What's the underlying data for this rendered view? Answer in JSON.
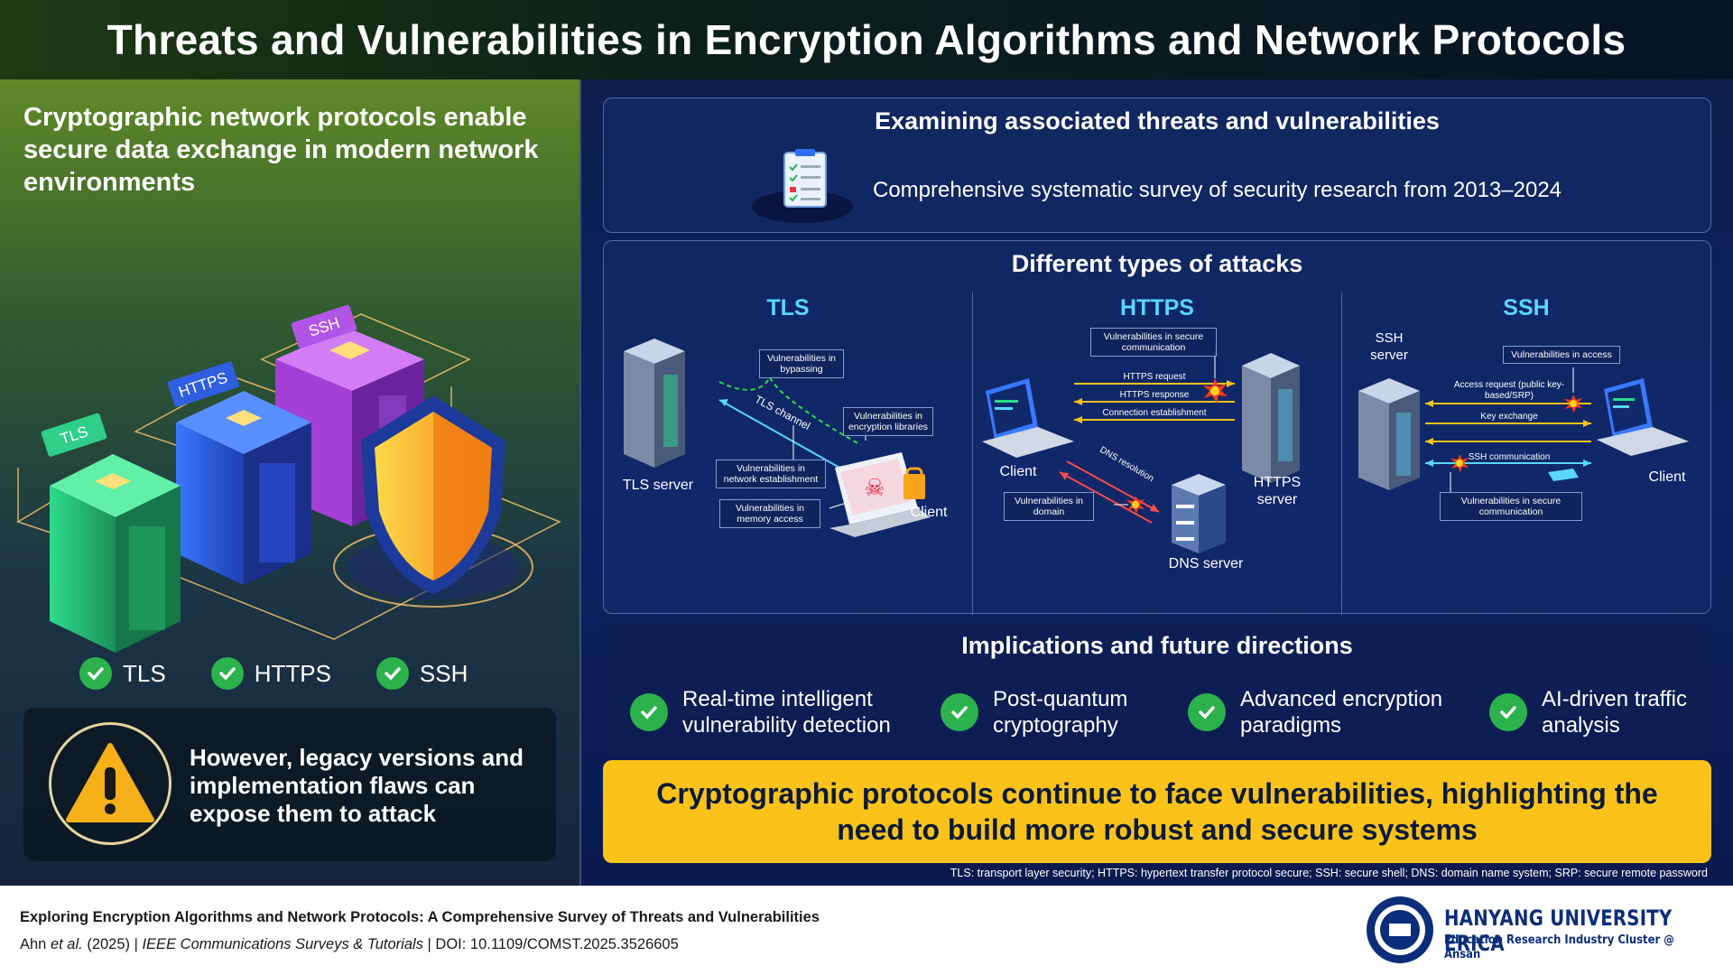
{
  "header": {
    "title": "Threats and Vulnerabilities in Encryption Algorithms and Network Protocols"
  },
  "left": {
    "title": "Cryptographic network protocols enable secure data exchange in modern network environments",
    "server_tags": [
      "TLS",
      "HTTPS",
      "SSH"
    ],
    "checks": [
      "TLS",
      "HTTPS",
      "SSH"
    ],
    "warning": "However, legacy versions and implementation flaws can expose them to attack"
  },
  "examining": {
    "title": "Examining associated threats and vulnerabilities",
    "text": "Comprehensive systematic survey of security research from 2013–2024"
  },
  "attacks": {
    "title": "Different types of attacks",
    "tls": {
      "title": "TLS",
      "server": "TLS server",
      "client": "Client",
      "channel": "TLS channel",
      "vuln_bypassing": "Vulnerabilities in bypassing",
      "vuln_libraries": "Vulnerabilities in encryption libraries",
      "vuln_network": "Vulnerabilities in network establishment",
      "vuln_memory": "Vulnerabilities in memory access"
    },
    "https": {
      "title": "HTTPS",
      "client": "Client",
      "server": "HTTPS server",
      "dns_server": "DNS server",
      "vuln_secure": "Vulnerabilities in secure communication",
      "request": "HTTPS request",
      "response": "HTTPS response",
      "connection": "Connection establishment",
      "dns_resolution": "DNS resolution",
      "vuln_domain": "Vulnerabilities in domain"
    },
    "ssh": {
      "title": "SSH",
      "server": "SSH server",
      "client": "Client",
      "vuln_access": "Vulnerabilities in access",
      "access_request": "Access request (public key-based/SRP)",
      "key_exchange": "Key exchange",
      "ssh_comm": "SSH communication",
      "vuln_secure": "Vulnerabilities in secure communication"
    }
  },
  "implications": {
    "title": "Implications and future directions",
    "items": [
      "Real-time intelligent vulnerability detection",
      "Post-quantum cryptography",
      "Advanced encryption paradigms",
      "AI-driven traffic analysis"
    ]
  },
  "conclusion": "Cryptographic protocols continue to face vulnerabilities, highlighting the need to build more robust and secure systems",
  "abbreviations": "TLS: transport layer security; HTTPS: hypertext transfer protocol secure; SSH: secure shell; DNS: domain name system; SRP: secure remote password",
  "footer": {
    "title": "Exploring Encryption Algorithms and Network Protocols: A Comprehensive Survey of Threats and Vulnerabilities",
    "author": "Ahn",
    "etal": "et al.",
    "year": " (2025) | ",
    "journal": "IEEE Communications Surveys & Tutorials",
    "doi": " | DOI: 10.1109/COMST.2025.3526605",
    "university": "HANYANG UNIVERSITY ERICA",
    "cluster": "Education Research Industry Cluster @ Ansan"
  },
  "colors": {
    "accent_yellow": "#fbc319",
    "check_green": "#2bb24c",
    "tls_green": "#36d68a",
    "https_blue": "#2f6cf0",
    "ssh_purple": "#b255e6",
    "protocol_cyan": "#5bd6ff"
  }
}
